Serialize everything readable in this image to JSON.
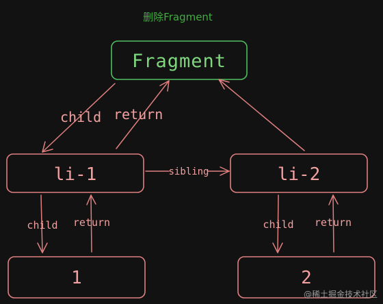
{
  "title": "删除Fragment",
  "nodes": {
    "fragment": "Fragment",
    "li1": "li-1",
    "li2": "li-2",
    "n1": "1",
    "n2": "2"
  },
  "edges": {
    "fragment_li1_child": "child",
    "li1_fragment_return": "return",
    "li1_li2_sibling": "sibling",
    "li1_n1_child": "child",
    "n1_li1_return": "return",
    "li2_n2_child": "child",
    "n2_li2_return": "return"
  },
  "watermark": "@稀土掘金技术社区",
  "colors": {
    "title": "#3fae3f",
    "fragment_border": "#4fbf5f",
    "node_border": "#e08080",
    "edge": "#e08080",
    "background": "#121212"
  }
}
